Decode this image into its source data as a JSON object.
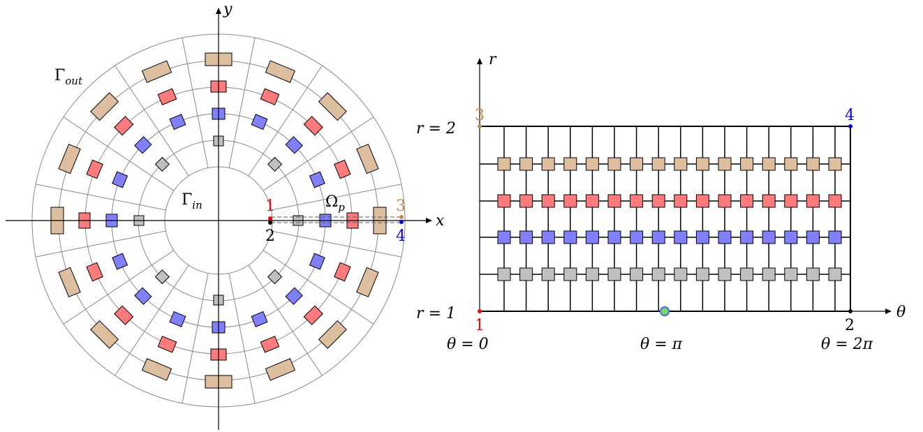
{
  "left_panel": {
    "axis_x": "x",
    "axis_y": "y",
    "inner_boundary": "Γ",
    "inner_boundary_sub": "in",
    "outer_boundary": "Γ",
    "outer_boundary_sub": "out",
    "domain_label": "Ω",
    "domain_label_sub": "p",
    "corner_1": "1",
    "corner_2": "2",
    "corner_3": "3",
    "corner_4": "4",
    "rings": [
      {
        "name": "gray",
        "color": "#c0c0c0",
        "count": 8
      },
      {
        "name": "blue",
        "color": "#8080ff",
        "count": 16
      },
      {
        "name": "red",
        "color": "#ff7a7a",
        "count": 16
      },
      {
        "name": "tan",
        "color": "#ddbf9f",
        "count": 16
      }
    ]
  },
  "right_panel": {
    "axis_r": "r",
    "axis_theta": "θ",
    "r_top": "r = 2",
    "r_bottom": "r = 1",
    "theta_start": "θ = 0",
    "theta_mid": "θ = π",
    "theta_end": "θ = 2π",
    "corner_1": "1",
    "corner_2": "2",
    "corner_3": "3",
    "corner_4": "4",
    "columns": 16,
    "rows": [
      {
        "name": "tan",
        "color": "#ddbf9f"
      },
      {
        "name": "red",
        "color": "#ff7a7a"
      },
      {
        "name": "blue",
        "color": "#8080ff"
      },
      {
        "name": "gray",
        "color": "#c0c0c0"
      }
    ],
    "mid_point_fill": "#77dd55",
    "mid_point_stroke": "#5577ee"
  },
  "colors": {
    "corner_1": "#ff0000",
    "corner_2": "#000000",
    "corner_3": "#c08a50",
    "corner_4": "#0000ee"
  }
}
